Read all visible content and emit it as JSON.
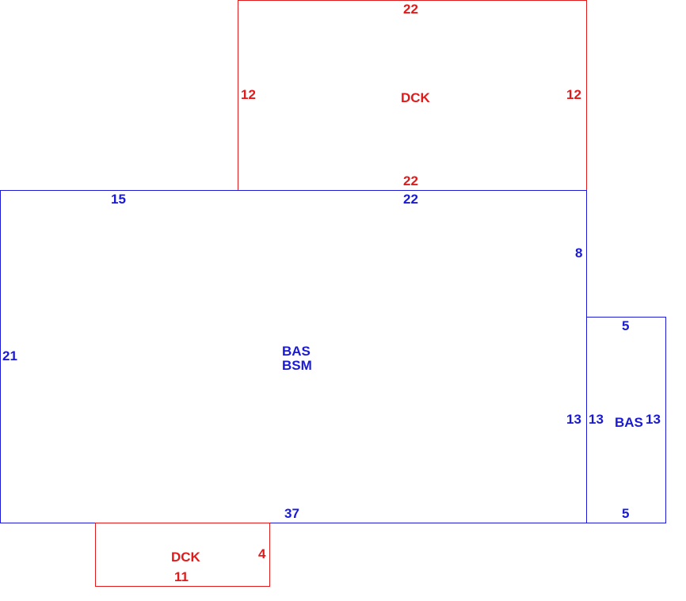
{
  "colors": {
    "deck": "#e01b1b",
    "basement": "#1a1ad6"
  },
  "deck_top": {
    "label": "DCK",
    "top": "22",
    "left": "12",
    "right": "12",
    "bottom": "22"
  },
  "main": {
    "label_1": "BAS",
    "label_2": "BSM",
    "top_left": "15",
    "top_right": "22",
    "right_upper": "8",
    "left": "21",
    "right_lower": "13",
    "bottom": "37"
  },
  "bas_small": {
    "label": "BAS",
    "top": "5",
    "left": "13",
    "right": "13",
    "bottom": "5"
  },
  "deck_bottom": {
    "label": "DCK",
    "right": "4",
    "bottom": "11"
  }
}
